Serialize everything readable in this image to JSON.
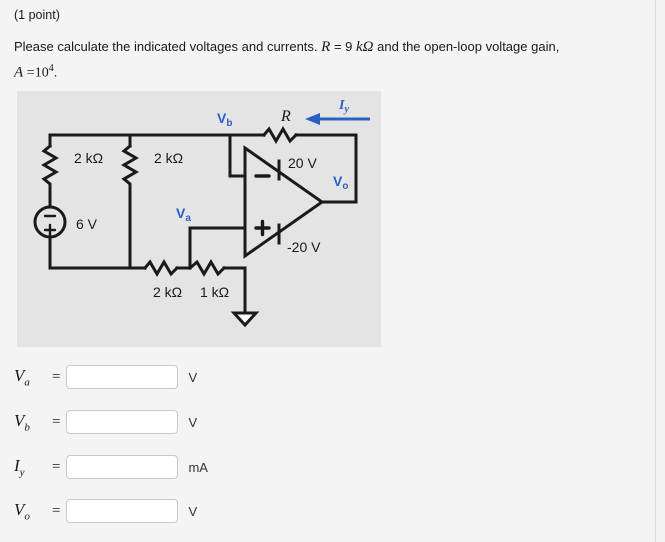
{
  "header": {
    "points_label": "(1 point)"
  },
  "prompt": {
    "part1": "Please calculate the indicated voltages and currents.",
    "R_sym": "R",
    "R_eq": "= 9",
    "R_unit": "kΩ",
    "part2": "and the open-loop voltage gain,",
    "A_sym": "A",
    "A_eq": "=",
    "A_base": "10",
    "A_exp": "4",
    "A_period": "."
  },
  "circuit": {
    "labels": {
      "r_top_left": "2 kΩ",
      "r_top_mid": "2 kΩ",
      "r_bottom_left": "2 kΩ",
      "r_bottom_right": "1 kΩ",
      "source": "6 V",
      "feedback_resistor": "R",
      "supply_pos": "20 V",
      "supply_neg": "-20 V",
      "node_va": "V",
      "node_va_sub": "a",
      "node_vb": "V",
      "node_vb_sub": "b",
      "node_vo": "V",
      "node_vo_sub": "o",
      "current_iy": "I",
      "current_iy_sub": "y",
      "opamp_minus": "−",
      "opamp_plus": "+",
      "source_minus": "−",
      "source_plus": "+"
    },
    "colors": {
      "accent": "#2b5fc4",
      "wire": "#1a1a1a",
      "panel_bg": "#e4e4e4"
    }
  },
  "answers": [
    {
      "id": "va",
      "sym": "V",
      "sub": "a",
      "eq": "=",
      "value": "",
      "placeholder": "",
      "unit": "V"
    },
    {
      "id": "vb",
      "sym": "V",
      "sub": "b",
      "eq": "=",
      "value": "",
      "placeholder": "",
      "unit": "V"
    },
    {
      "id": "iy",
      "sym": "I",
      "sub": "y",
      "eq": "=",
      "value": "",
      "placeholder": "",
      "unit": "mA"
    },
    {
      "id": "vo",
      "sym": "V",
      "sub": "o",
      "eq": "=",
      "value": "",
      "placeholder": "",
      "unit": "V"
    }
  ]
}
